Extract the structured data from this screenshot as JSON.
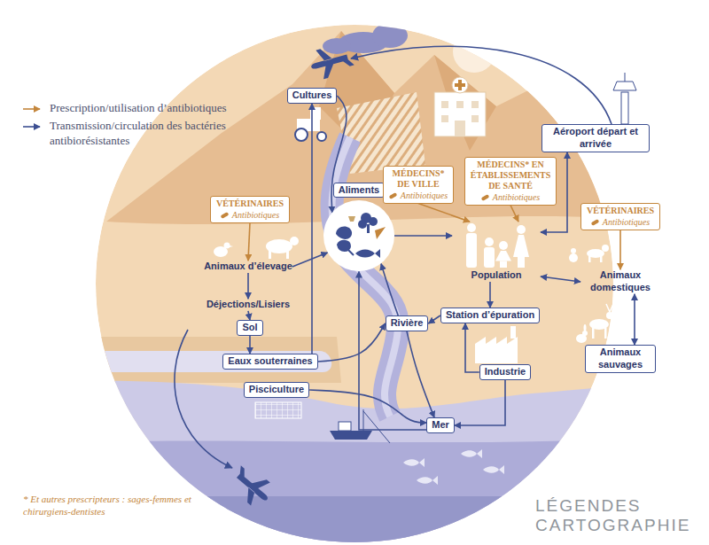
{
  "diagram": {
    "nodes": [
      {
        "text": [
          "Cultures"
        ]
      },
      {
        "text": [
          "VÉTÉRINAIRES",
          "Antibiotiques"
        ]
      },
      {
        "text": [
          "Animaux d’élevage"
        ]
      },
      {
        "text": [
          "Déjections/Lisiers"
        ]
      },
      {
        "text": [
          "Sol"
        ]
      },
      {
        "text": [
          "Eaux souterraines"
        ]
      },
      {
        "text": [
          "Aliments"
        ]
      },
      {
        "text": [
          "MÉDECINS* DE VILLE",
          "Antibiotiques"
        ]
      },
      {
        "text": [
          "MÉDECINS* EN ÉTABLISSEMENTS DE SANTÉ",
          "Antibiotiques"
        ]
      },
      {
        "text": [
          "Aéroport départ et arrivée"
        ]
      },
      {
        "text": [
          "VÉTÉRINAIRES",
          "Antibiotiques"
        ]
      },
      {
        "text": [
          "Population"
        ]
      },
      {
        "text": [
          "Animaux domestiques"
        ]
      },
      {
        "text": [
          "Animaux sauvages"
        ]
      },
      {
        "text": [
          "Station d’épuration"
        ]
      },
      {
        "text": [
          "Rivière"
        ]
      },
      {
        "text": [
          "Industrie"
        ]
      },
      {
        "text": [
          "Pisciculture"
        ]
      },
      {
        "text": [
          "Mer"
        ]
      }
    ],
    "edges": [
      {
        "from": 1,
        "to": 2,
        "arrow": "to"
      },
      {
        "from": 2,
        "to": 3,
        "arrow": "to"
      },
      {
        "from": 3,
        "to": 4,
        "arrow": "to"
      },
      {
        "from": 4,
        "to": 5,
        "arrow": "to"
      },
      {
        "from": 5,
        "to": 0,
        "arrow": "to"
      },
      {
        "from": 2,
        "to": 6,
        "arrow": "to"
      },
      {
        "from": 0,
        "to": 6,
        "arrow": "to"
      },
      {
        "from": 5,
        "to": 15,
        "arrow": "to"
      },
      {
        "from": 15,
        "to": 6,
        "arrow": "to"
      },
      {
        "from": 17,
        "to": 18,
        "arrow": "to"
      },
      {
        "from": 18,
        "to": 6,
        "arrow": "to"
      },
      {
        "from": 6,
        "to": 11,
        "arrow": "to"
      },
      {
        "from": 7,
        "to": 11,
        "arrow": "to"
      },
      {
        "from": 8,
        "to": 11,
        "arrow": "to"
      },
      {
        "from": 9,
        "to": 11,
        "arrow": "both"
      },
      {
        "from": 10,
        "to": 12,
        "arrow": "to"
      },
      {
        "from": 11,
        "to": 12,
        "arrow": "both"
      },
      {
        "from": 12,
        "to": 13,
        "arrow": "both"
      },
      {
        "from": 11,
        "to": 14,
        "arrow": "to"
      },
      {
        "from": 14,
        "to": 15,
        "arrow": "to"
      },
      {
        "from": 15,
        "to": 18,
        "arrow": "to"
      },
      {
        "from": 16,
        "to": 14,
        "arrow": "to"
      },
      {
        "from": 16,
        "to": 18,
        "arrow": "to"
      }
    ],
    "labels": [
      "* Et autres prescripteurs : sages-femmes et chirurgiens-dentistes",
      "LÉGENDES CARTOGRAPHIE"
    ],
    "legend": [
      {
        "text": "Prescription/utilisation d’antibiotiques"
      },
      {
        "text": "Transmission/circulation des bactéries antibiorésistantes"
      }
    ]
  }
}
